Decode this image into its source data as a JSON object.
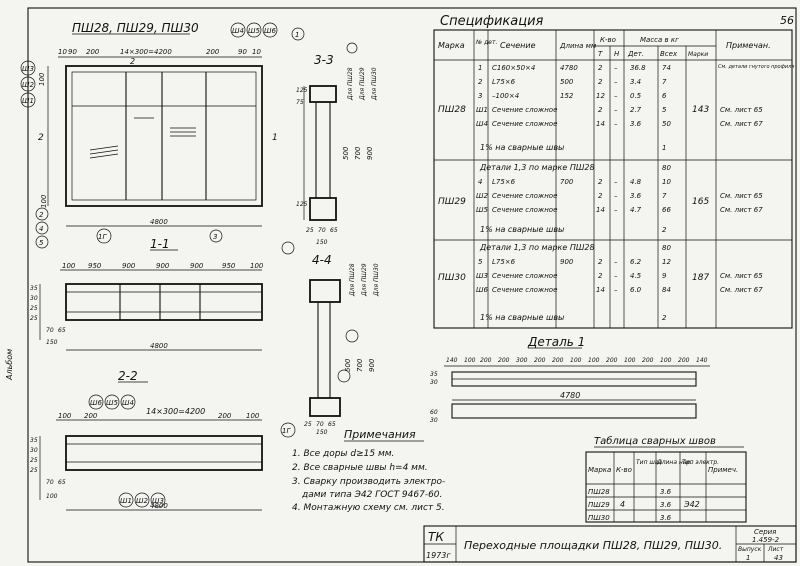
{
  "sheet": {
    "page_number": "56",
    "left_margin_text": "Альбом",
    "title": "Переходные площадки ПШ28, ПШ29, ПШ30.",
    "org": "ТК",
    "year": "1973г",
    "series_label": "Серия",
    "series_value": "1.459-2",
    "issue_label": "Выпуск",
    "issue_value": "1",
    "sheet_label": "Лист",
    "sheet_value": "43"
  },
  "views": {
    "plan_title": "ПШ28, ПШ29, ПШ30",
    "plan_top_dims": [
      "10",
      "90",
      "200",
      "14×300=4200",
      "200",
      "90",
      "10"
    ],
    "plan_width": "4800",
    "plan_side_dims": [
      "100",
      "100"
    ],
    "plan_marks": [
      "Ш3",
      "Ш2",
      "Ш1",
      "Ш4",
      "Ш5",
      "Ш6",
      "1Г",
      "2",
      "4",
      "5",
      "3",
      "1",
      "2",
      "1",
      "2"
    ],
    "sec33_title": "3-3",
    "sec33_dims": [
      "125",
      "75",
      "500",
      "700",
      "900",
      "125",
      "25",
      "70",
      "65",
      "150"
    ],
    "sec33_labels": [
      "Для ПШ28",
      "Для ПШ29",
      "Для ПШ30"
    ],
    "sec11_title": "1-1",
    "sec11_top_dims": [
      "100",
      "950",
      "900",
      "900",
      "900",
      "950",
      "100"
    ],
    "sec11_side_dims": [
      "35",
      "30",
      "25",
      "25",
      "70",
      "65",
      "150"
    ],
    "sec11_width": "4800",
    "sec44_title": "4-4",
    "sec44_dims": [
      "500",
      "700",
      "900",
      "150",
      "25",
      "70",
      "65"
    ],
    "sec44_labels": [
      "Для ПШ28",
      "Для ПШ29",
      "Для ПШ30"
    ],
    "sec22_title": "2-2",
    "sec22_top_dims": [
      "100",
      "200",
      "14×300=4200",
      "200",
      "100"
    ],
    "sec22_width": "4800",
    "sec22_marks": [
      "Ш6",
      "Ш5",
      "Ш4",
      "Ш1",
      "Ш2",
      "Ш3",
      "1Г"
    ],
    "sec22_side_dims": [
      "35",
      "30",
      "25",
      "25",
      "70",
      "65",
      "100"
    ],
    "detail_title": "Деталь 1",
    "detail_dims": [
      "140",
      "100",
      "200",
      "200",
      "300",
      "200",
      "200",
      "100",
      "100",
      "200",
      "100",
      "200",
      "100",
      "200",
      "140"
    ],
    "detail_length": "4780",
    "detail_side_dims": [
      "35",
      "30",
      "60",
      "30"
    ]
  },
  "spec": {
    "title": "Спецификация",
    "headers": {
      "mark": "Марка",
      "detail_no": "№ дет.",
      "section": "Сечение",
      "length": "Длина мм",
      "qty": "К-во",
      "qty_t": "Т",
      "qty_n": "Н",
      "mass": "Масса в кг",
      "mass_det": "Дет.",
      "mass_all": "Всех",
      "mass_mark": "Марки",
      "note": "Примечан."
    },
    "groups": [
      {
        "mark": "ПШ28",
        "mark_mass": "143",
        "rows": [
          {
            "no": "1",
            "sec": "С160×50×4",
            "len": "4780",
            "t": "2",
            "n": "–",
            "det": "36.8",
            "all": "74",
            "note": "См. детали гнутого профиля"
          },
          {
            "no": "2",
            "sec": "L75×6",
            "len": "500",
            "t": "2",
            "n": "–",
            "det": "3.4",
            "all": "7",
            "note": ""
          },
          {
            "no": "3",
            "sec": "–100×4",
            "len": "152",
            "t": "12",
            "n": "–",
            "det": "0.5",
            "all": "6",
            "note": ""
          },
          {
            "no": "Ш1",
            "sec": "Сечение сложное",
            "len": "",
            "t": "2",
            "n": "–",
            "det": "2.7",
            "all": "5",
            "note": "См. лист 65"
          },
          {
            "no": "Ш4",
            "sec": "Сечение сложное",
            "len": "",
            "t": "14",
            "n": "–",
            "det": "3.6",
            "all": "50",
            "note": "См. лист 67"
          },
          {
            "no": "",
            "sec": "1% на сварные швы",
            "len": "",
            "t": "",
            "n": "",
            "det": "",
            "all": "1",
            "note": ""
          }
        ]
      },
      {
        "mark": "ПШ29",
        "mark_mass": "165",
        "rows": [
          {
            "no": "",
            "sec": "Детали 1,3 по марке ПШ28",
            "len": "",
            "t": "",
            "n": "",
            "det": "",
            "all": "80",
            "note": ""
          },
          {
            "no": "4",
            "sec": "L75×6",
            "len": "700",
            "t": "2",
            "n": "–",
            "det": "4.8",
            "all": "10",
            "note": ""
          },
          {
            "no": "Ш2",
            "sec": "Сечение сложное",
            "len": "",
            "t": "2",
            "n": "–",
            "det": "3.6",
            "all": "7",
            "note": "См. лист 65"
          },
          {
            "no": "Ш5",
            "sec": "Сечение сложное",
            "len": "",
            "t": "14",
            "n": "–",
            "det": "4.7",
            "all": "66",
            "note": "См. лист 67"
          },
          {
            "no": "",
            "sec": "1% на сварные швы",
            "len": "",
            "t": "",
            "n": "",
            "det": "",
            "all": "2",
            "note": ""
          }
        ]
      },
      {
        "mark": "ПШ30",
        "mark_mass": "187",
        "rows": [
          {
            "no": "",
            "sec": "Детали 1,3 по марке ПШ28",
            "len": "",
            "t": "",
            "n": "",
            "det": "",
            "all": "80",
            "note": ""
          },
          {
            "no": "5",
            "sec": "L75×6",
            "len": "900",
            "t": "2",
            "n": "–",
            "det": "6.2",
            "all": "12",
            "note": ""
          },
          {
            "no": "Ш3",
            "sec": "Сечение сложное",
            "len": "",
            "t": "2",
            "n": "–",
            "det": "4.5",
            "all": "9",
            "note": "См. лист 65"
          },
          {
            "no": "Ш6",
            "sec": "Сечение сложное",
            "len": "",
            "t": "14",
            "n": "–",
            "det": "6.0",
            "all": "84",
            "note": "См. лист 67"
          },
          {
            "no": "",
            "sec": "1% на сварные швы",
            "len": "",
            "t": "",
            "n": "",
            "det": "",
            "all": "2",
            "note": ""
          }
        ]
      }
    ]
  },
  "notes": {
    "title": "Примечания",
    "items": [
      "1. Все доры d≥15 мм.",
      "2. Все сварные швы h=4 мм.",
      "3. Сварку производить электро-",
      "дами типа Э42 ГОСТ 9467-60.",
      "4. Монтажную схему см. лист 5."
    ]
  },
  "weld_table": {
    "title": "Таблица сварных швов",
    "headers": [
      "Марка",
      "К-во",
      "Тип шва",
      "Длина нар.",
      "Тип электр.",
      "Примеч."
    ],
    "rows": [
      {
        "mark": "ПШ28",
        "len": "3.6"
      },
      {
        "mark": "ПШ29",
        "len": "3.6"
      },
      {
        "mark": "ПШ30",
        "len": "3.6"
      }
    ],
    "qty": "4",
    "electrode": "Э42"
  }
}
